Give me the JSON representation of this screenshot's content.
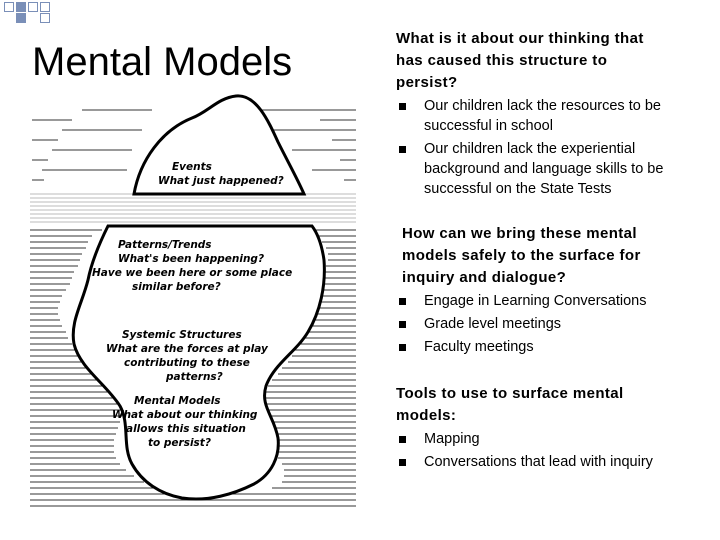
{
  "slide": {
    "title": "Mental Models",
    "iceberg": {
      "events": [
        "Events",
        "What just happened?"
      ],
      "patterns": [
        "Patterns/Trends",
        "What's been happening?",
        "Have we been here or some place",
        "similar before?"
      ],
      "structures": [
        "Systemic Structures",
        "What are the forces at play",
        "contributing to these",
        "patterns?"
      ],
      "models": [
        "Mental Models",
        "What about our thinking",
        "allows this situation",
        "to persist?"
      ]
    },
    "block1": {
      "heading": [
        "What is it about our thinking that",
        "has caused this structure to",
        "persist?"
      ],
      "bullets": [
        [
          "Our children lack the resources to be",
          "successful in school"
        ],
        [
          "Our children lack the experiential",
          "background and language skills to be",
          "successful on the State Tests"
        ]
      ]
    },
    "block2": {
      "heading": [
        "How can we bring these mental",
        "models safely to the surface for",
        "inquiry and dialogue?"
      ],
      "bullets": [
        "Engage in Learning Conversations",
        "Grade level meetings",
        "Faculty meetings"
      ]
    },
    "block3": {
      "heading": [
        "Tools to use to surface mental",
        "models:"
      ],
      "bullets": [
        "Mapping",
        "Conversations that lead with inquiry"
      ]
    },
    "colors": {
      "accent": "#7a8fb8",
      "text": "#000000",
      "background": "#ffffff"
    }
  }
}
